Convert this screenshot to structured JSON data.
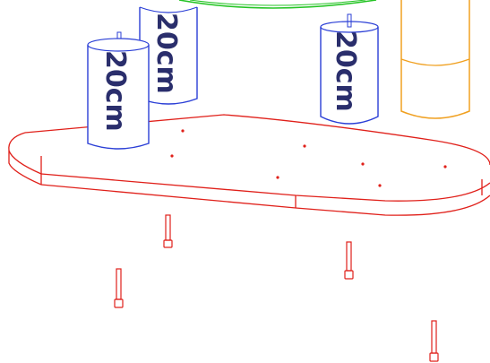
{
  "diagram": {
    "labels": {
      "standoff_back_left": "20cm",
      "standoff_front_left": "20cm",
      "standoff_right": "20cm"
    },
    "colors": {
      "plate": "#e0201a",
      "standoff": "#2b3fd6",
      "label": "#2a2e6c",
      "upper_part": "#25c425",
      "column": "#f0a020",
      "bolt": "#e0201a"
    }
  }
}
